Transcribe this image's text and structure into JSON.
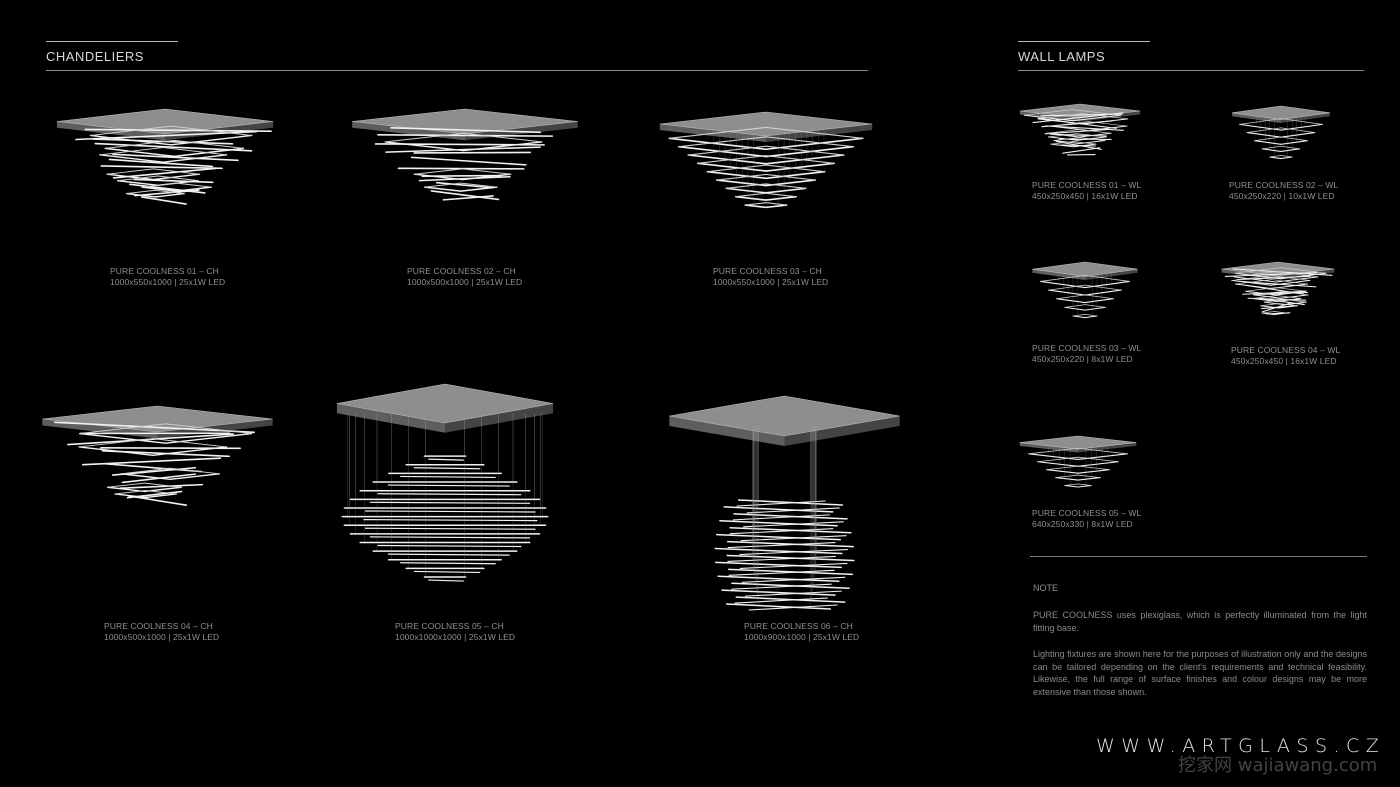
{
  "sections": {
    "chandeliers": "CHANDELIERS",
    "wall_lamps": "WALL LAMPS"
  },
  "chandeliers": [
    {
      "name": "PURE COOLNESS 01 – CH",
      "spec": "1000x550x1000 | 25x1W LED"
    },
    {
      "name": "PURE COOLNESS 02 – CH",
      "spec": "1000x500x1000 | 25x1W LED"
    },
    {
      "name": "PURE COOLNESS 03 – CH",
      "spec": "1000x550x1000 | 25x1W LED"
    },
    {
      "name": "PURE COOLNESS 04 – CH",
      "spec": "1000x500x1000 | 25x1W LED"
    },
    {
      "name": "PURE COOLNESS 05 – CH",
      "spec": "1000x1000x1000 | 25x1W LED"
    },
    {
      "name": "PURE COOLNESS 06 – CH",
      "spec": "1000x900x1000 | 25x1W LED"
    }
  ],
  "wall_lamps": [
    {
      "name": "PURE COOLNESS 01 – WL",
      "spec": "450x250x450 | 16x1W LED"
    },
    {
      "name": "PURE COOLNESS 02 – WL",
      "spec": "450x250x220 | 10x1W LED"
    },
    {
      "name": "PURE COOLNESS 03 – WL",
      "spec": "450x250x220 | 8x1W LED"
    },
    {
      "name": "PURE COOLNESS 04 – WL",
      "spec": "450x250x450 | 16x1W LED"
    },
    {
      "name": "PURE COOLNESS 05 – WL",
      "spec": "640x250x330 | 8x1W LED"
    }
  ],
  "note": {
    "title": "NOTE",
    "paragraph1": "PURE COOLNESS uses plexiglass, which is perfectly illuminated from the light fitting base.",
    "paragraph2": "Lighting fixtures are shown here for the purposes of illustration only and the designs can be tailored depending on the client's requirements and technical feasibility. Likewise, the full range of surface finishes and colour designs may be more extensive than those shown."
  },
  "footer": {
    "website": "WWW.ARTGLASS.CZ",
    "watermark": "挖家网 wajiawang.com"
  }
}
